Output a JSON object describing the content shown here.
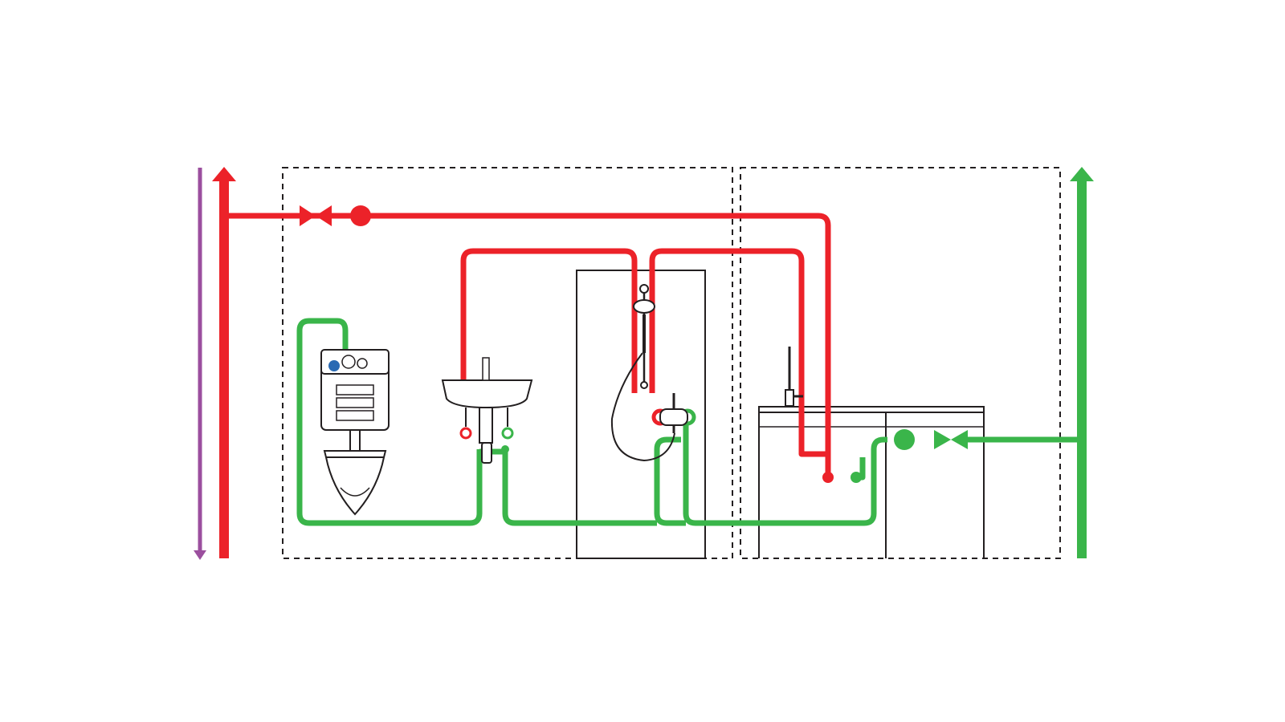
{
  "colors": {
    "hot": "#ec2229",
    "cold": "#3ab54a",
    "drain": "#9b4f9e",
    "outline": "#231f20",
    "fixture_fill": "#ffffff",
    "control_blue": "#2a6ab3",
    "background": "#ffffff"
  },
  "zones": [
    "zone-bathroom",
    "zone-kitchen"
  ],
  "fixtures": [
    "wc-cistern",
    "wc-bowl",
    "washbasin",
    "shower-enclosure",
    "shower-head",
    "shower-mixer",
    "kitchen-counter",
    "kitchen-tap"
  ],
  "valves": [
    "hot-stop-valve",
    "cold-stop-valve"
  ],
  "risers": [
    "drain-riser",
    "hot-riser",
    "cold-riser"
  ]
}
